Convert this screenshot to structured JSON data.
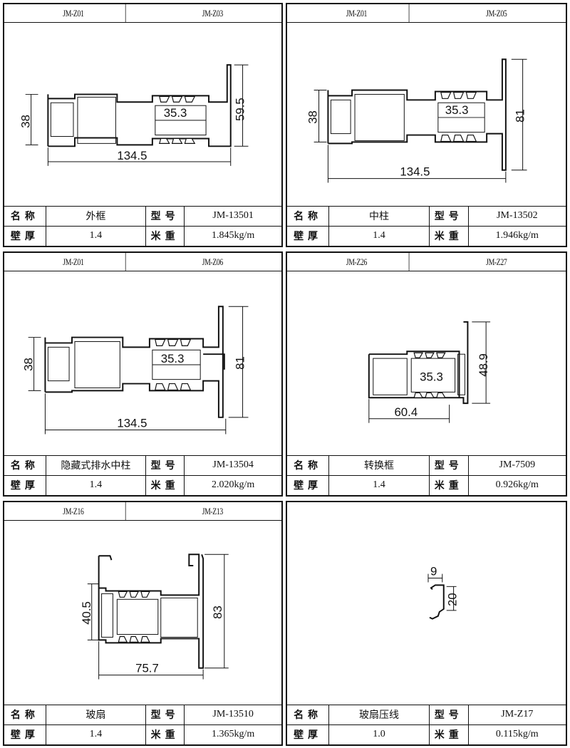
{
  "profiles": [
    {
      "codes": [
        "JM-Z01",
        "JM-Z03"
      ],
      "name": "外框",
      "model": "JM-13501",
      "wall_thickness": "1.4",
      "weight": "1.845kg/m",
      "dimensions": {
        "width": "134.5",
        "height_left": "38",
        "height_right": "59.5",
        "insulation": "35.3"
      }
    },
    {
      "codes": [
        "JM-Z01",
        "JM-Z05"
      ],
      "name": "中柱",
      "model": "JM-13502",
      "wall_thickness": "1.4",
      "weight": "1.946kg/m",
      "dimensions": {
        "width": "134.5",
        "height_left": "38",
        "height_right": "81",
        "insulation": "35.3"
      }
    },
    {
      "codes": [
        "JM-Z01",
        "JM-Z06"
      ],
      "name": "隐藏式排水中柱",
      "model": "JM-13504",
      "wall_thickness": "1.4",
      "weight": "2.020kg/m",
      "dimensions": {
        "width": "134.5",
        "height_left": "38",
        "height_right": "81",
        "insulation": "35.3"
      }
    },
    {
      "codes": [
        "JM-Z26",
        "JM-Z27"
      ],
      "name": "转换框",
      "model": "JM-7509",
      "wall_thickness": "1.4",
      "weight": "0.926kg/m",
      "dimensions": {
        "width": "60.4",
        "height_right": "48.9",
        "insulation": "35.3"
      }
    },
    {
      "codes": [
        "JM-Z16",
        "JM-Z13"
      ],
      "name": "玻扇",
      "model": "JM-13510",
      "wall_thickness": "1.4",
      "weight": "1.365kg/m",
      "dimensions": {
        "width": "75.7",
        "height_left": "40.5",
        "height_right": "83"
      }
    },
    {
      "codes": [],
      "name": "玻扇压线",
      "model": "JM-Z17",
      "wall_thickness": "1.0",
      "weight": "0.115kg/m",
      "dimensions": {
        "width": "9",
        "height_right": "20"
      }
    }
  ],
  "labels": {
    "name": "名称",
    "model": "型号",
    "wall_thickness": "壁厚",
    "weight": "米重"
  }
}
